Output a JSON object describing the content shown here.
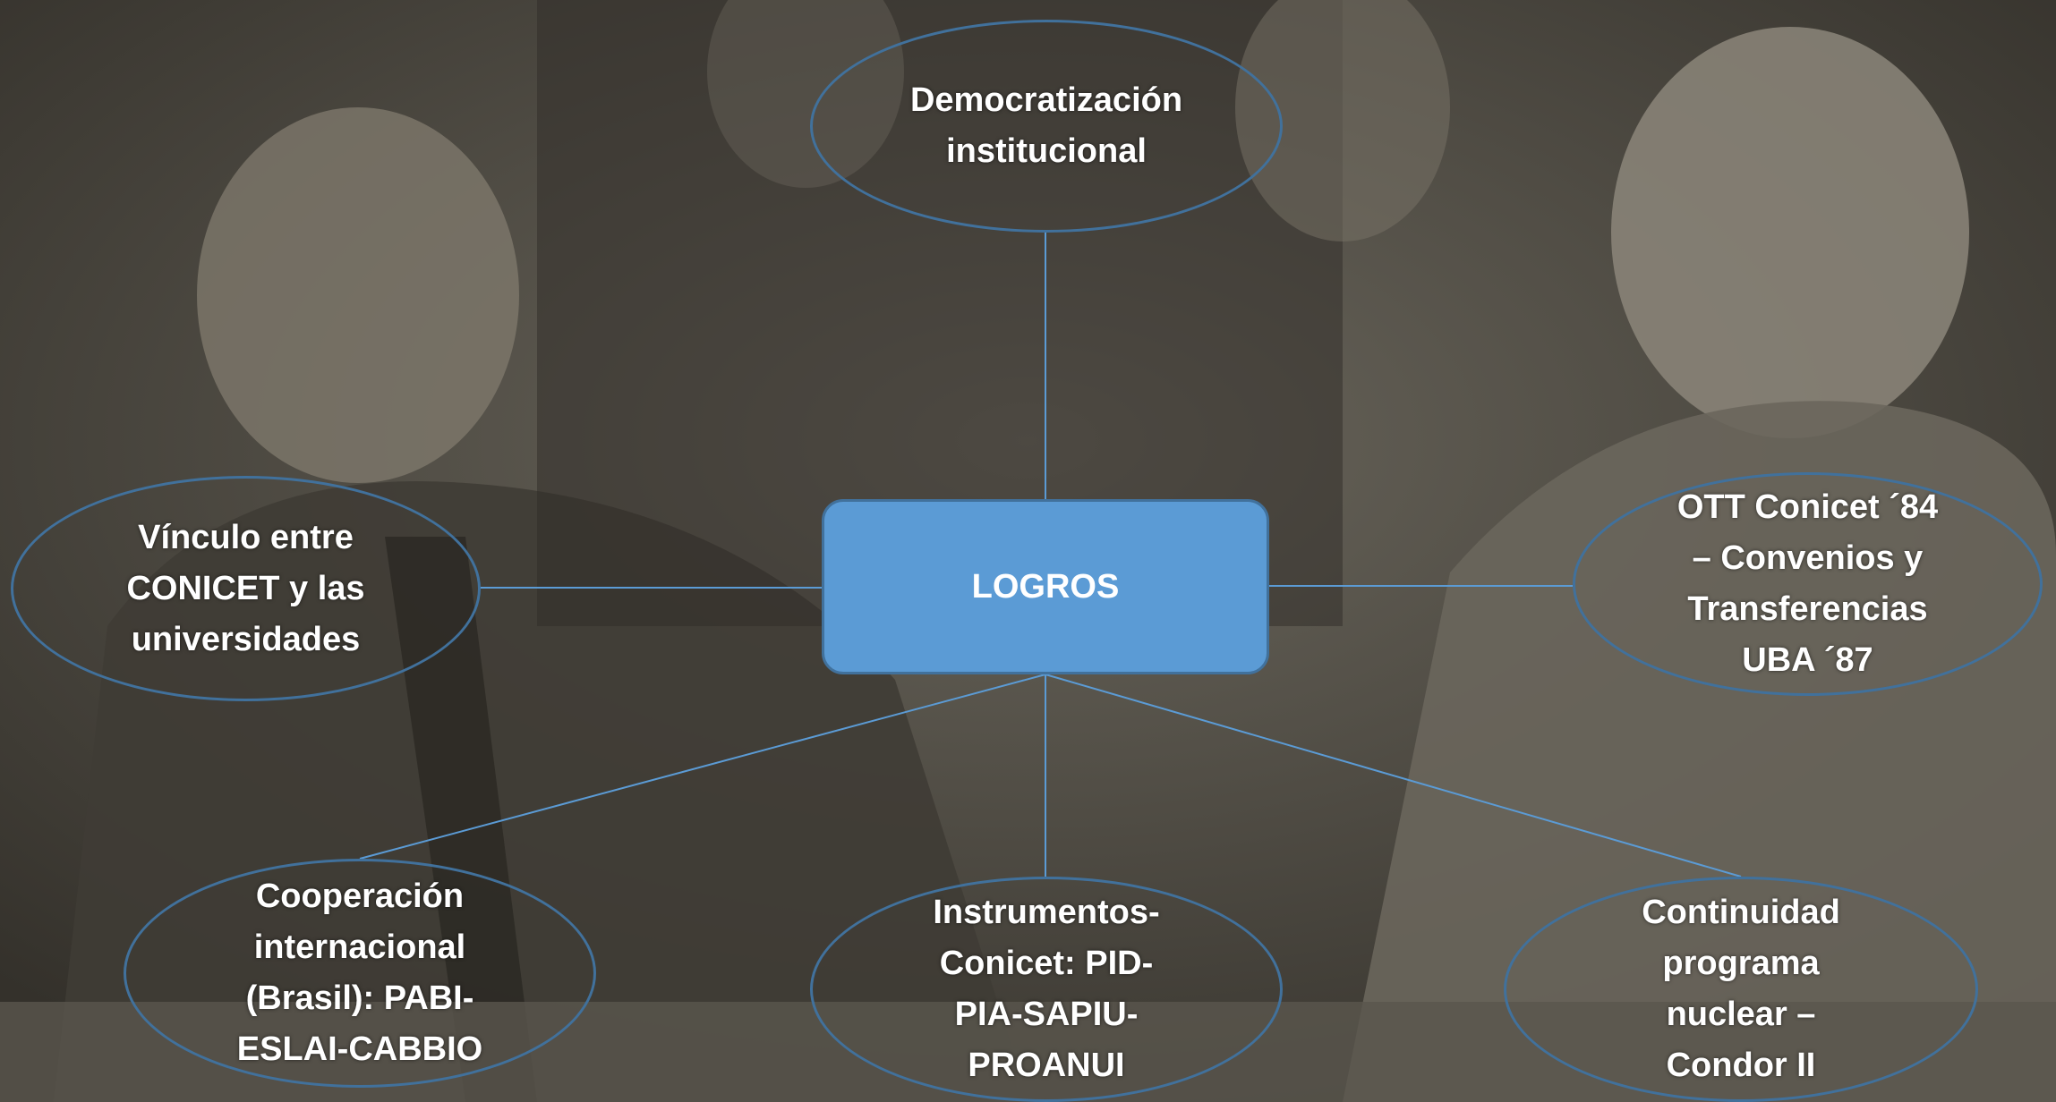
{
  "center": {
    "label": "LOGROS"
  },
  "nodes": {
    "top": [
      "Democratización",
      "institucional"
    ],
    "left": [
      "Vínculo entre",
      "CONICET y las",
      "universidades"
    ],
    "right": [
      "OTT Conicet ´84",
      "– Convenios y",
      "Transferencias",
      "UBA ´87"
    ],
    "bottom_left": [
      "Cooperación",
      "internacional",
      "(Brasil):  PABI-",
      "ESLAI-CABBIO"
    ],
    "bottom_center": [
      "Instrumentos-",
      "Conicet: PID-",
      "PIA-SAPIU-",
      "PROANUI"
    ],
    "bottom_right": [
      "Continuidad",
      "programa",
      "nuclear –",
      "Condor II"
    ]
  },
  "colors": {
    "box_fill": "#5b9bd5",
    "box_border": "#41719c",
    "ellipse_border": "#41719c",
    "connector": "#5b9bd5",
    "text": "#ffffff"
  },
  "background": {
    "kind": "sepia historical photograph"
  }
}
